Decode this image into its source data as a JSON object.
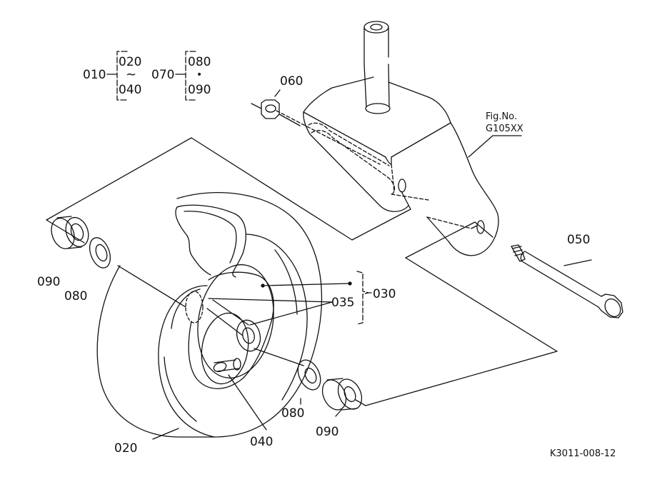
{
  "figure": {
    "drawing_code": "K3011-008-12",
    "fig_ref": {
      "line1": "Fig.No.",
      "line2": "G105XX"
    }
  },
  "legend": {
    "group_a": {
      "parent": "010",
      "from": "020",
      "tilde": "~",
      "to": "040"
    },
    "group_b": {
      "parent": "070",
      "first": "080",
      "dot": "•",
      "second": "090"
    }
  },
  "parts": {
    "p020": "020",
    "p030": "030",
    "p035": "035",
    "p040": "040",
    "p050": "050",
    "p060": "060",
    "p080_left": "080",
    "p090_left": "090",
    "p080_right": "080",
    "p090_right": "090"
  },
  "colors": {
    "line": "#111111",
    "background": "#ffffff"
  }
}
